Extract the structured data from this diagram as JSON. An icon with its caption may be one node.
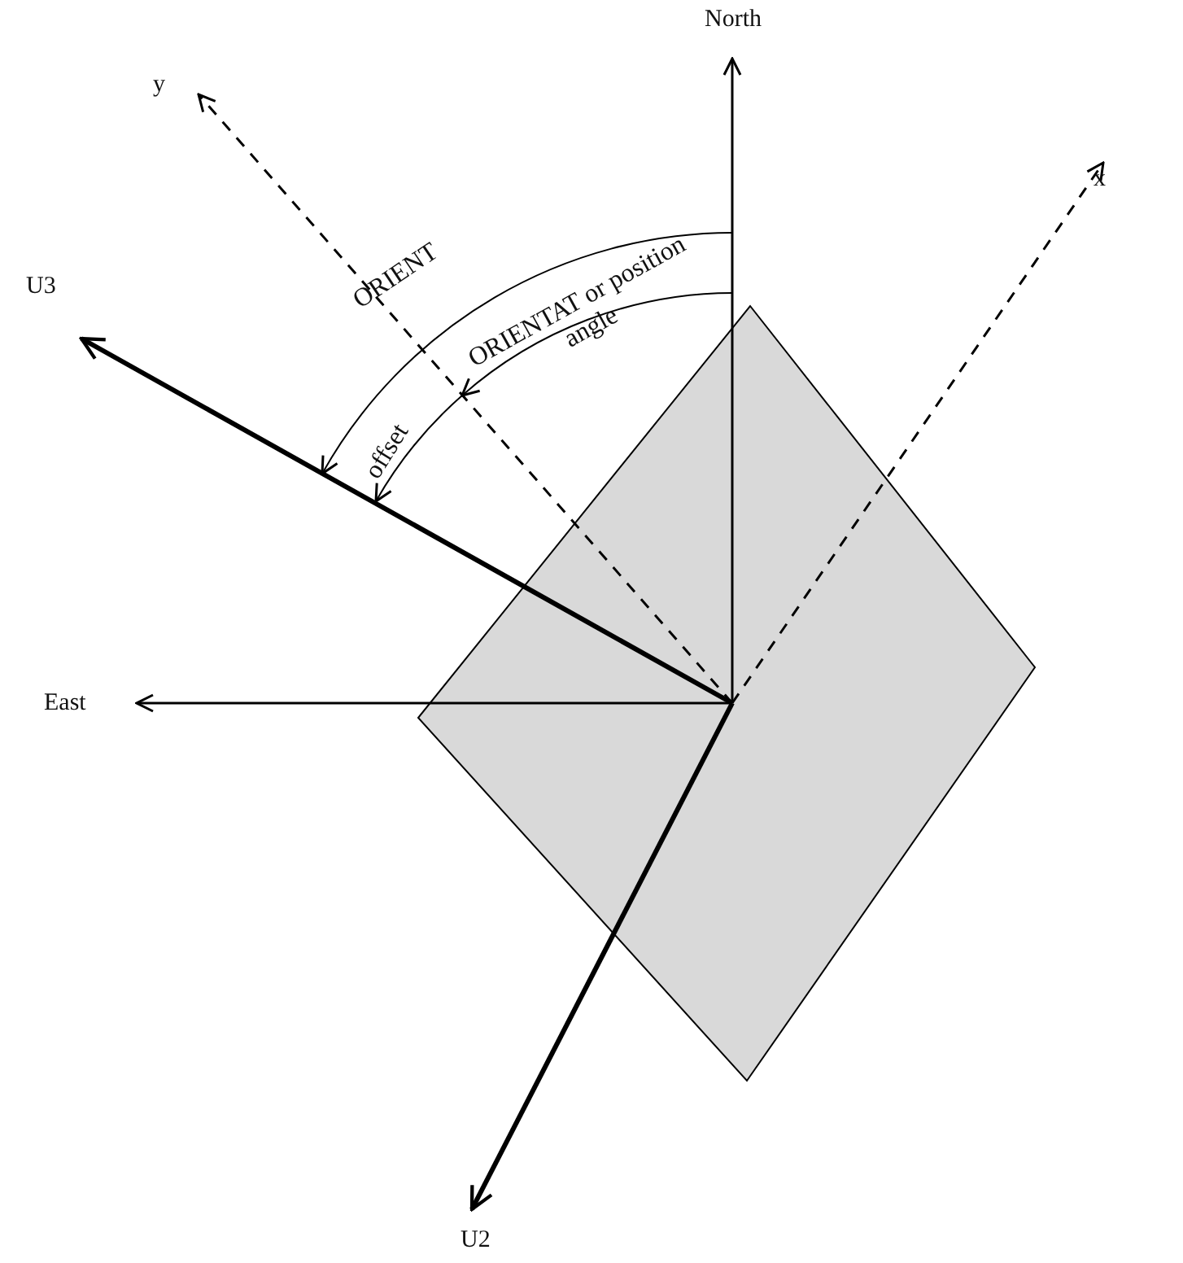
{
  "diagram": {
    "labels": [
      "North",
      "y",
      "x",
      "U3",
      "ORIENT",
      "ORIENTAT or position angle",
      "offset",
      "East",
      "U2"
    ]
  }
}
